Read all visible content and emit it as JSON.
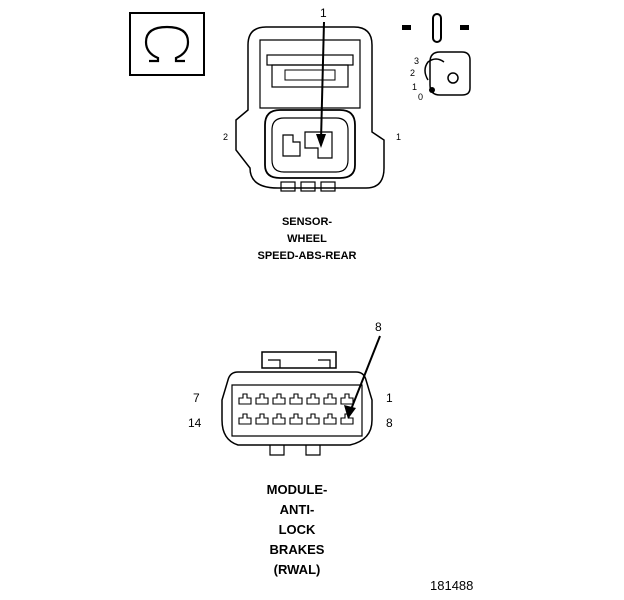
{
  "symbol": {
    "icon": "ohm-icon"
  },
  "key_switch": {
    "icon": "ignition-key-icon",
    "positions": [
      "3",
      "2",
      "1",
      "0"
    ]
  },
  "sensor_connector": {
    "callout": "1",
    "pin_left": "2",
    "pin_right": "1",
    "caption": [
      "SENSOR-",
      "WHEEL",
      "SPEED-ABS-REAR"
    ]
  },
  "module_connector": {
    "callout": "8",
    "pin_top_left": "7",
    "pin_top_right": "1",
    "pin_bottom_left": "14",
    "pin_bottom_right": "8",
    "caption": [
      "MODULE-",
      "ANTI-",
      "LOCK",
      "BRAKES",
      "(RWAL)"
    ]
  },
  "figure_number": "181488"
}
